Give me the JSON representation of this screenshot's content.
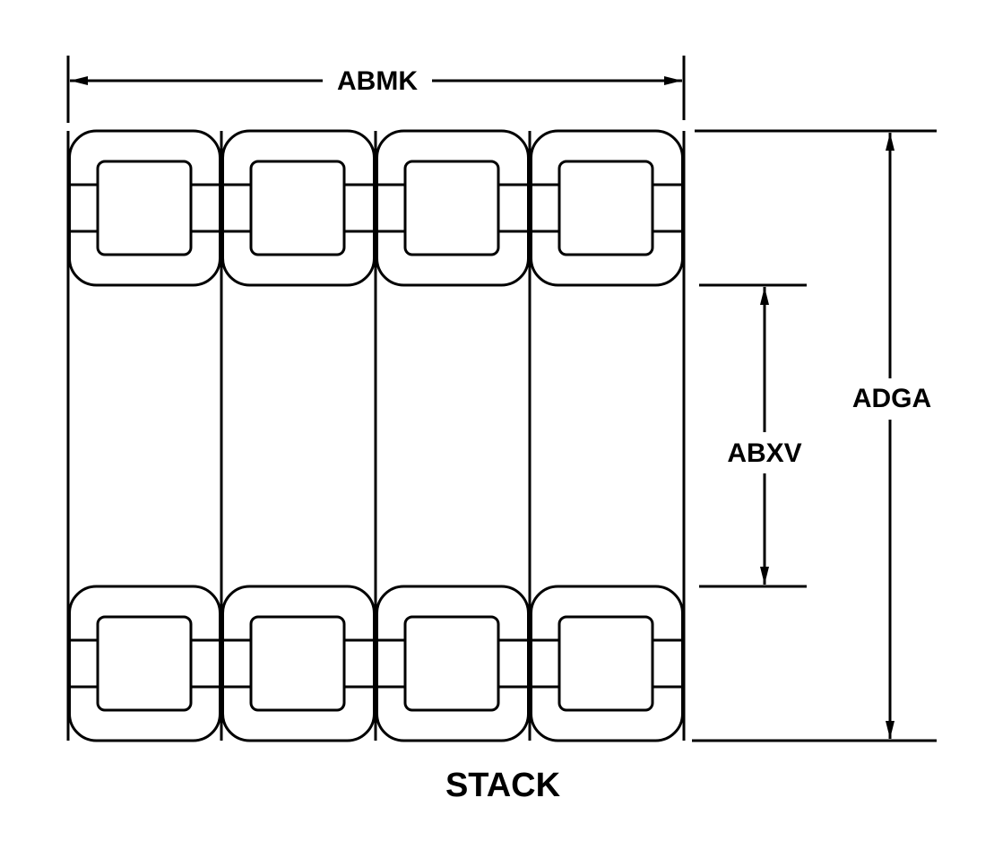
{
  "diagram": {
    "caption": "STACK",
    "colors": {
      "line": "#000000",
      "background": "#ffffff"
    },
    "stack": {
      "columns": 4,
      "coil_rows": [
        "top",
        "bottom"
      ]
    },
    "dimensions": {
      "width": {
        "label": "ABMK",
        "orientation": "horizontal"
      },
      "overall_height": {
        "label": "ADGA",
        "orientation": "vertical"
      },
      "window_height": {
        "label": "ABXV",
        "orientation": "vertical"
      }
    }
  }
}
